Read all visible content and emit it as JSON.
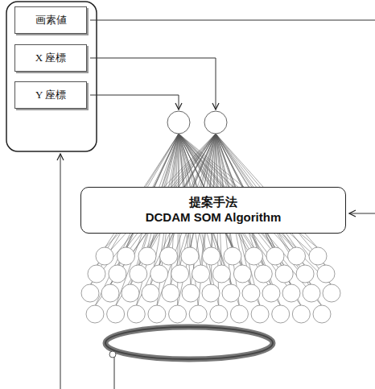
{
  "diagram": {
    "nodes": [
      {
        "text": [
          "画素値"
        ]
      },
      {
        "text": [
          "X 座標"
        ]
      },
      {
        "text": [
          "Y 座標"
        ]
      },
      {
        "text": [
          "提案手法",
          "DCDAM SOM Algorithm"
        ]
      }
    ]
  }
}
